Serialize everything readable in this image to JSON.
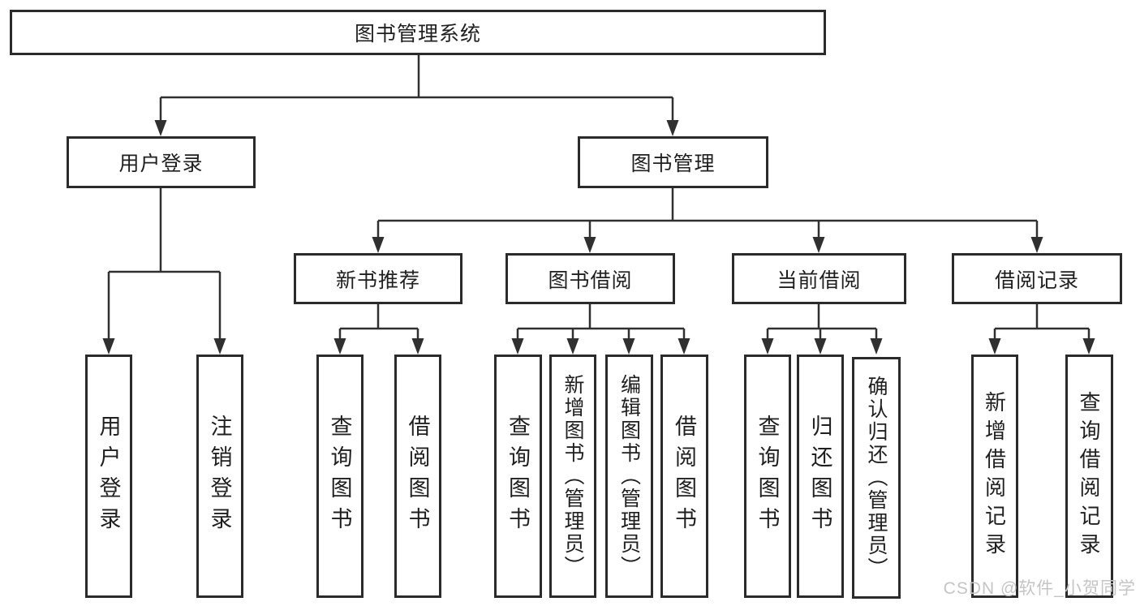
{
  "colors": {
    "line": "#303030",
    "border": "#2b2b2b",
    "text": "#1f1f1f",
    "watermark": "#c5c5c5",
    "bg": "#ffffff"
  },
  "watermark": "CSDN @软件_小贺同学",
  "tree": {
    "root": {
      "label": "图书管理系统"
    },
    "branches": [
      {
        "label": "用户登录",
        "leaves": [
          {
            "label": "用户登录"
          },
          {
            "label": "注销登录"
          }
        ]
      },
      {
        "label": "图书管理",
        "groups": [
          {
            "label": "新书推荐",
            "leaves": [
              {
                "label": "查询图书"
              },
              {
                "label": "借阅图书"
              }
            ]
          },
          {
            "label": "图书借阅",
            "leaves": [
              {
                "label": "查询图书"
              },
              {
                "label": "新增图书（管理员）"
              },
              {
                "label": "编辑图书（管理员）"
              },
              {
                "label": "借阅图书"
              }
            ]
          },
          {
            "label": "当前借阅",
            "leaves": [
              {
                "label": "查询图书"
              },
              {
                "label": "归还图书"
              },
              {
                "label": "确认归还（管理员）"
              }
            ]
          },
          {
            "label": "借阅记录",
            "leaves": [
              {
                "label": "新增借阅记录"
              },
              {
                "label": "查询借阅记录"
              }
            ]
          }
        ]
      }
    ]
  }
}
